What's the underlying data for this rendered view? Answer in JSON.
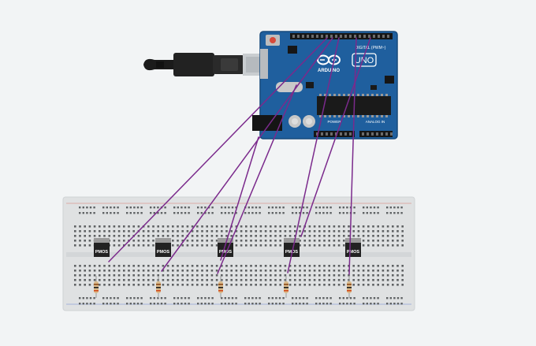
{
  "colors": {
    "background": "#f2f4f5",
    "board": "#1f5f9e",
    "board_dark": "#174a7c",
    "breadboard": "#dfe1e2",
    "wire": "#7b2a8c",
    "mosfet": "#222222"
  },
  "arduino": {
    "logo_text": "ARDUINO",
    "model_text": "UNO",
    "digital_label": "DIGITAL (PWM~)",
    "power_label": "POWER",
    "analog_label": "ANALOG IN"
  },
  "usb_cable": {
    "icon": "usb-cable-icon"
  },
  "mosfets": [
    {
      "label": "PMOS"
    },
    {
      "label": "PMOS"
    },
    {
      "label": "PMOS"
    },
    {
      "label": "PMOS"
    },
    {
      "label": "PMOS"
    }
  ],
  "resistors": [
    {
      "icon": "resistor-icon"
    },
    {
      "icon": "resistor-icon"
    },
    {
      "icon": "resistor-icon"
    },
    {
      "icon": "resistor-icon"
    },
    {
      "icon": "resistor-icon"
    }
  ]
}
